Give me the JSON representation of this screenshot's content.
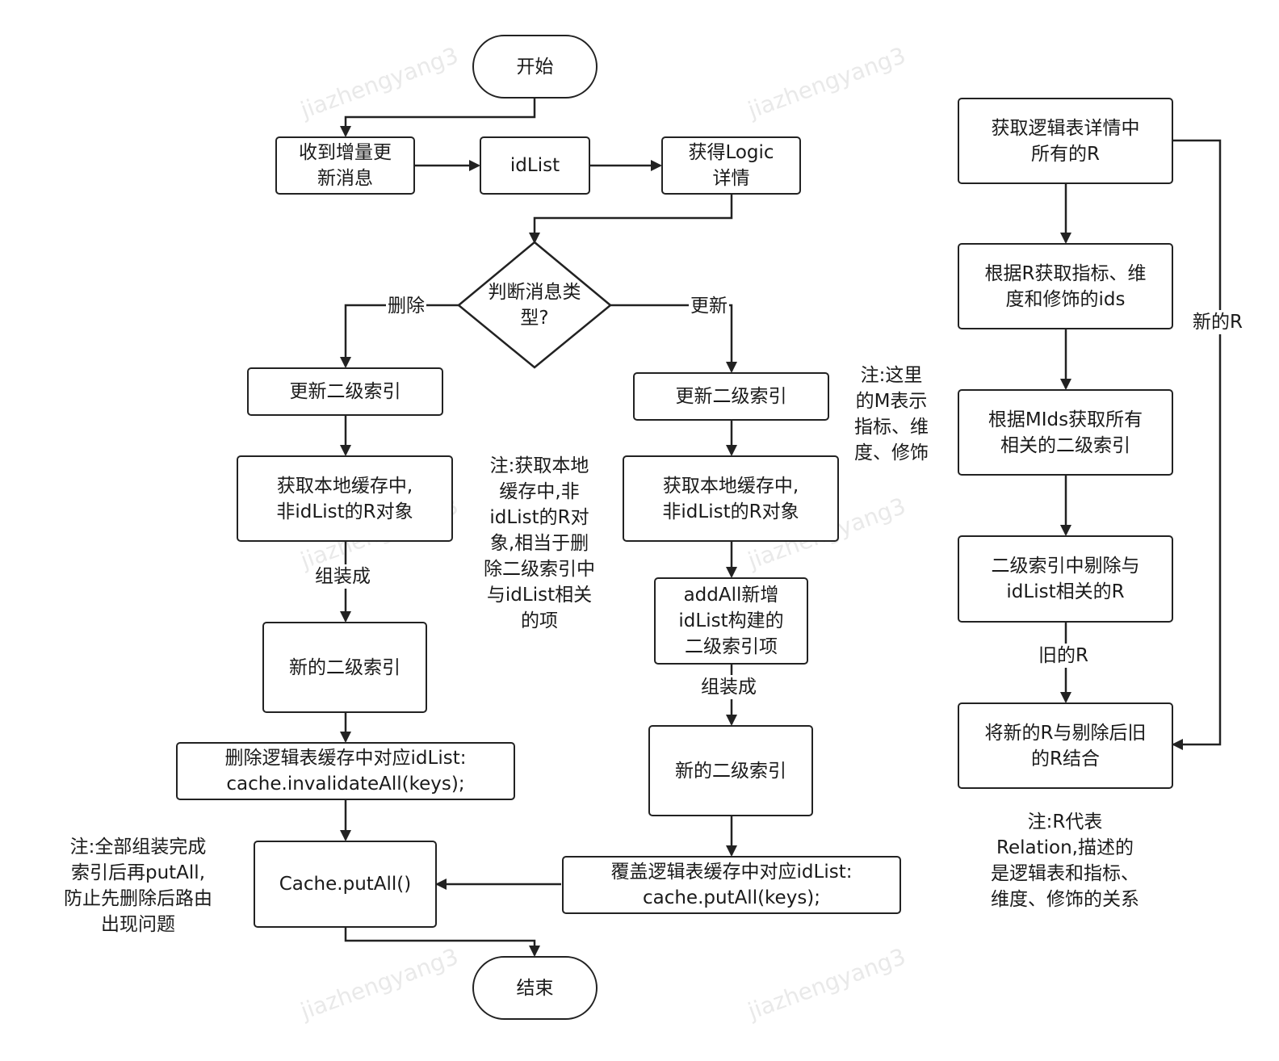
{
  "watermark": "jiazhengyang3",
  "nodes": {
    "start": "开始",
    "receive": "收到增量更\n新消息",
    "idlist": "idList",
    "get_logic": "获得Logic\n详情",
    "decision": "判断消息类\n型?",
    "del_update_index": "更新二级索引",
    "del_get_cache": "获取本地缓存中,\n非idList的R对象",
    "del_new_index": "新的二级索引",
    "del_invalidate": "删除逻辑表缓存中对应idList:\ncache.invalidateAll(keys);",
    "put_all": "Cache.putAll()",
    "end": "结束",
    "upd_update_index": "更新二级索引",
    "upd_get_cache": "获取本地缓存中,\n非idList的R对象",
    "upd_addall": "addAll新增\nidList构建的\n二级索引项",
    "upd_new_index": "新的二级索引",
    "upd_put": "覆盖逻辑表缓存中对应idList:\ncache.putAll(keys);",
    "r_get_all": "获取逻辑表详情中\n所有的R",
    "r_get_ids": "根据R获取指标、维\n度和修饰的ids",
    "r_get_index": "根据MIds获取所有\n相关的二级索引",
    "r_remove": "二级索引中剔除与\nidList相关的R",
    "r_merge": "将新的R与剔除后旧\n的R结合"
  },
  "edge_labels": {
    "delete": "删除",
    "update": "更新",
    "assemble_left": "组装成",
    "assemble_right": "组装成",
    "new_r": "新的R",
    "old_r": "旧的R"
  },
  "notes": {
    "note_mid": "注:获取本地\n缓存中,非\nidList的R对\n象,相当于删\n除二级索引中\n与idList相关\n的项",
    "note_m": "注:这里\n的M表示\n指标、维\n度、修饰",
    "note_left": "注:全部组装完成\n索引后再putAll,\n防止先删除后路由\n出现问题",
    "note_r": "注:R代表\nRelation,描述的\n是逻辑表和指标、\n维度、修饰的关系"
  }
}
